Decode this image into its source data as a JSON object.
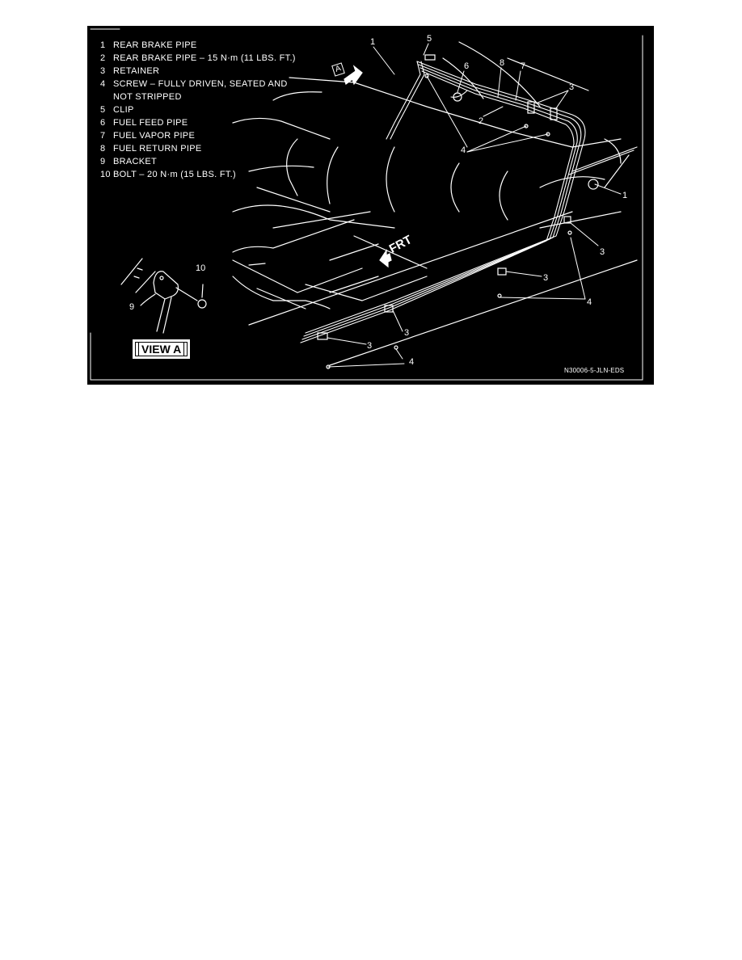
{
  "figure": {
    "legend": [
      {
        "num": "1",
        "text": "REAR BRAKE PIPE"
      },
      {
        "num": "2",
        "text": "REAR BRAKE PIPE – 15 N·m (11 LBS. FT.)"
      },
      {
        "num": "3",
        "text": "RETAINER"
      },
      {
        "num": "4",
        "text": "SCREW – FULLY DRIVEN, SEATED AND",
        "continuation": "NOT STRIPPED"
      },
      {
        "num": "5",
        "text": "CLIP"
      },
      {
        "num": "6",
        "text": "FUEL FEED PIPE"
      },
      {
        "num": "7",
        "text": "FUEL VAPOR PIPE"
      },
      {
        "num": "8",
        "text": "FUEL RETURN PIPE"
      },
      {
        "num": "9",
        "text": "BRACKET"
      },
      {
        "num": "10",
        "text": "BOLT – 20 N·m (15 LBS. FT.)"
      }
    ],
    "callouts": {
      "c1_top": "1",
      "c5": "5",
      "c6": "6",
      "c8": "8",
      "c7": "7",
      "c3_top": "3",
      "c2": "2",
      "c4_top": "4",
      "c1_right": "1",
      "c3_right": "3",
      "c3_mid": "3",
      "c4_mid": "4",
      "c3_low": "3",
      "c3_bottom": "3",
      "c4_bottom": "4",
      "c10": "10",
      "c9": "9"
    },
    "view_label": "VIEW A",
    "view_ref": "A",
    "direction_label": "FRT",
    "figure_code": "N30006-5-JLN-EDS"
  },
  "colors": {
    "background": "#000000",
    "line": "#ffffff",
    "page": "#ffffff"
  }
}
